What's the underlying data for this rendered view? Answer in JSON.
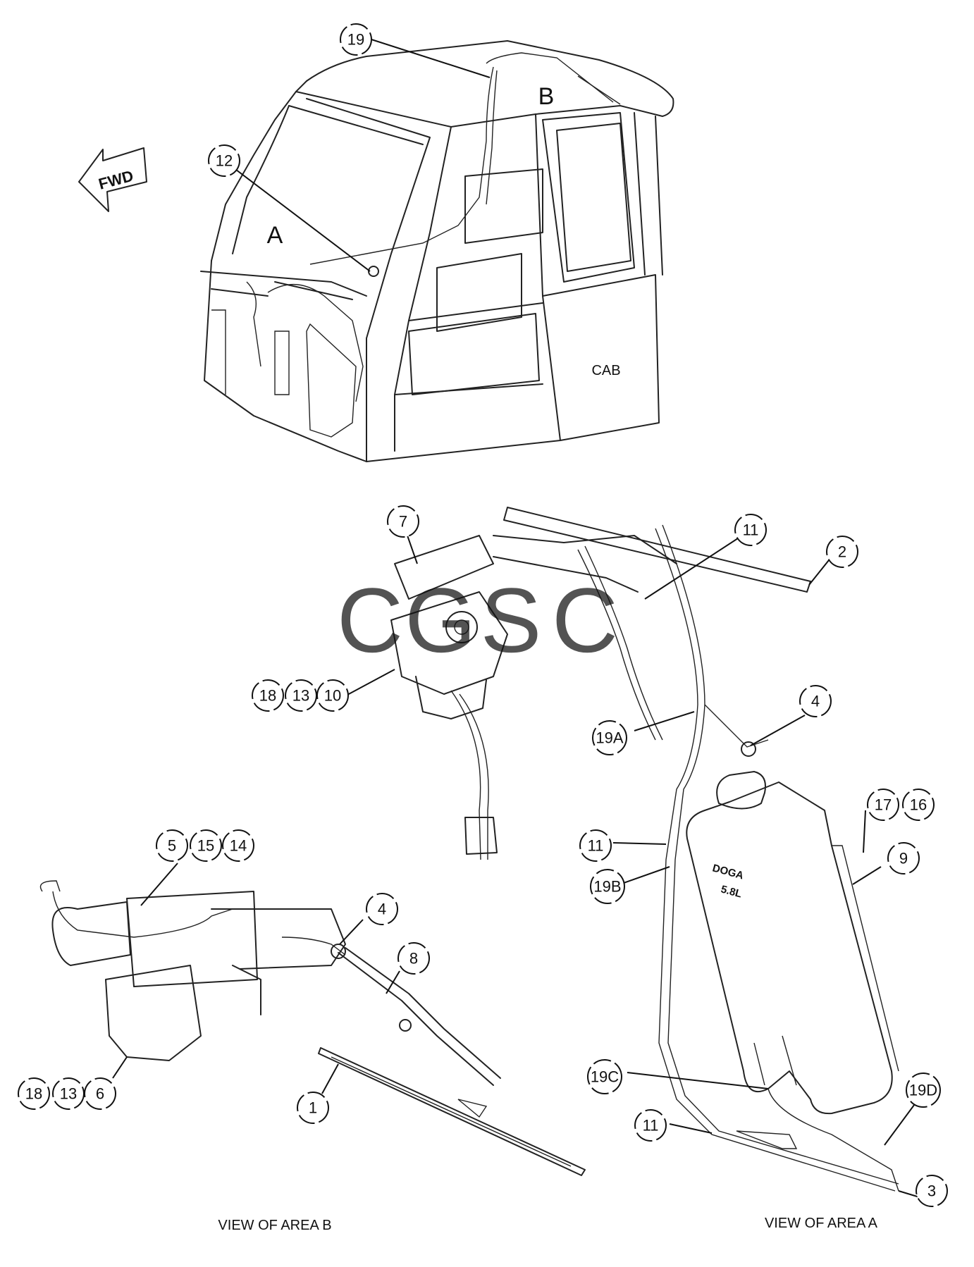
{
  "direction_arrow": {
    "label": "FWD"
  },
  "area_labels": {
    "a": "A",
    "b": "B"
  },
  "cab_label": "CAB",
  "tank_marking": {
    "line1": "DOGA",
    "line2": "5.8L"
  },
  "captions": {
    "area_b": "VIEW OF AREA B",
    "area_a": "VIEW OF AREA A"
  },
  "callouts": {
    "c19_top": "19",
    "c12": "12",
    "c7": "7",
    "c11_top": "11",
    "c2": "2",
    "c18_top": "18",
    "c13_top": "13",
    "c10": "10",
    "c4_right": "4",
    "c19a": "19A",
    "c17": "17",
    "c16": "16",
    "c9": "9",
    "c11_mid": "11",
    "c19b": "19B",
    "c5": "5",
    "c15": "15",
    "c14": "14",
    "c4_left": "4",
    "c8": "8",
    "c18_bot": "18",
    "c13_bot": "13",
    "c6": "6",
    "c1": "1",
    "c19c": "19C",
    "c19d": "19D",
    "c11_bot": "11",
    "c3": "3"
  },
  "watermark": {
    "letters": [
      "C",
      "G",
      "S",
      "C"
    ],
    "colors": [
      "#4285f4",
      "#ea4335",
      "#fbbc05",
      "#34a853"
    ]
  }
}
